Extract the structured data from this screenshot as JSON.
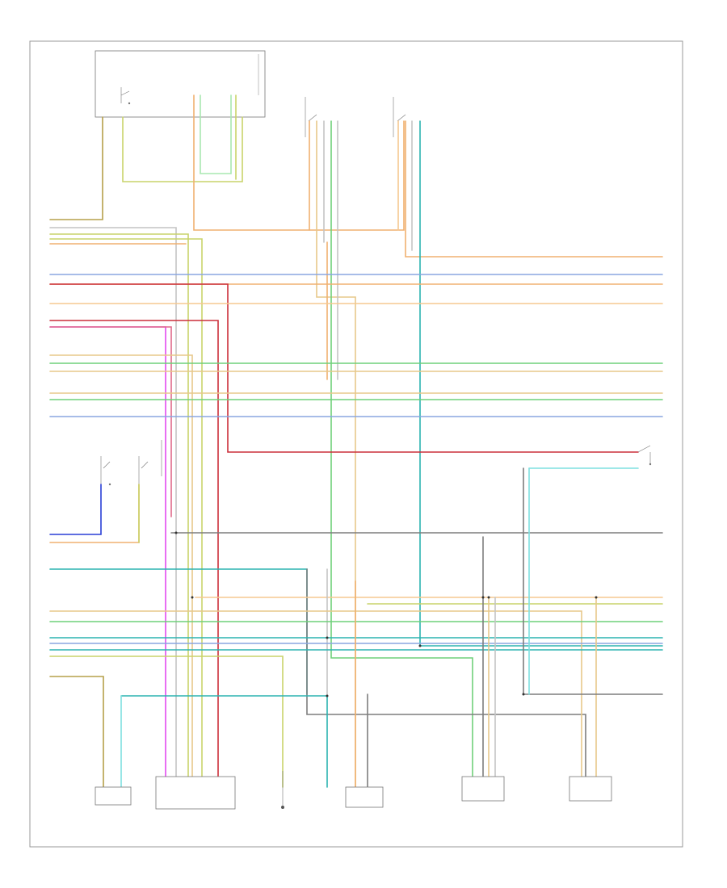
{
  "page": {
    "footer_code": ""
  },
  "colors": {
    "tan": "#e7c88a",
    "yellow_green": "#c9d36a",
    "olive": "#b6a04a",
    "gray": "#7d7d7d",
    "light_gray": "#c4c4c4",
    "blue": "#8aa6e0",
    "dark_blue": "#2a3fd6",
    "orange": "#f0b070",
    "red": "#cc2f3a",
    "pink": "#e06a8a",
    "magenta": "#e24af0",
    "green": "#6fd07a",
    "teal": "#2bb3b0",
    "light_green": "#a9e8b0",
    "cyan": "#7fe0e0",
    "black": "#333333",
    "light_orange": "#f5c890"
  },
  "components": [
    {
      "id": "top-left-module",
      "label": ""
    },
    {
      "id": "top-mid-switch",
      "label": ""
    },
    {
      "id": "top-right-switch",
      "label": ""
    },
    {
      "id": "mid-left-switch-a",
      "label": ""
    },
    {
      "id": "mid-left-switch-b",
      "label": ""
    },
    {
      "id": "right-side-switch",
      "label": ""
    },
    {
      "id": "bottom-connector-1",
      "label": ""
    },
    {
      "id": "bottom-connector-2",
      "label": ""
    },
    {
      "id": "bottom-sensor",
      "label": ""
    },
    {
      "id": "bottom-connector-3",
      "label": ""
    },
    {
      "id": "bottom-connector-4",
      "label": ""
    },
    {
      "id": "bottom-connector-5",
      "label": ""
    }
  ]
}
